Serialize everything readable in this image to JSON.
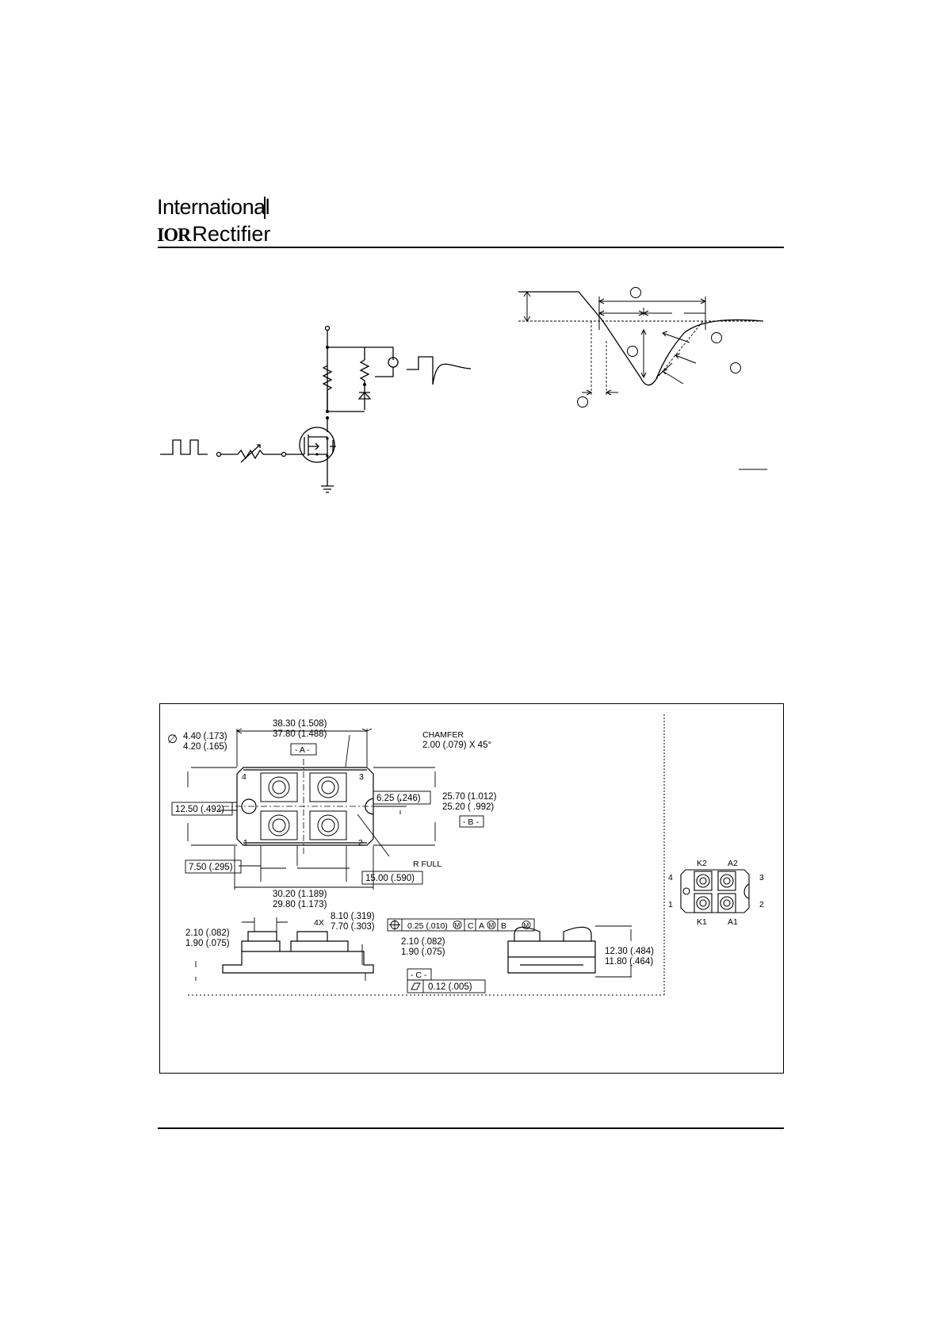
{
  "header": {
    "company_line1": "International",
    "company_logo": "IOR",
    "company_line2": "Rectifier"
  },
  "package_drawing": {
    "dims": {
      "hole_dia_max": "4.40 (.173)",
      "hole_dia_min": "4.20 (.165)",
      "width_max": "38.30 (1.508)",
      "width_min": "37.80 (1.488)",
      "datum_a": "- A -",
      "chamfer_label": "CHAMFER",
      "chamfer_value": "2.00 (.079) X 45°",
      "height_max": "25.70 (1.012)",
      "height_min": "25.20 ( .992)",
      "datum_b": "- B -",
      "hole_pitch_v": "12.50 (.492)",
      "slot_offset": "6.25 (.246)",
      "r_full": "R FULL",
      "term_offset": "7.50 (.295)",
      "term_pitch": "15.00 (.590)",
      "mount_max": "30.20 (1.189)",
      "mount_min": "29.80 (1.173)",
      "count_4x": "4X",
      "term_w_max": "8.10 (.319)",
      "term_w_min": "7.70 (.303)",
      "position_tol": "0.25 (.010)",
      "fcf_c": "C",
      "fcf_a": "A",
      "fcf_b": "B",
      "fcf_m": "M",
      "term_h_max": "2.10 (.082)",
      "term_h_min": "1.90 (.075)",
      "base_h_max": "2.10 (.082)",
      "base_h_min": "1.90 (.075)",
      "datum_c": "- C -",
      "flatness": "0.12 (.005)",
      "total_h_max": "12.30 (.484)",
      "total_h_min": "11.80 (.464)"
    },
    "pins": {
      "p1": "1",
      "p2": "2",
      "p3": "3",
      "p4": "4",
      "k1": "K1",
      "k2": "K2",
      "a1": "A1",
      "a2": "A2"
    }
  }
}
